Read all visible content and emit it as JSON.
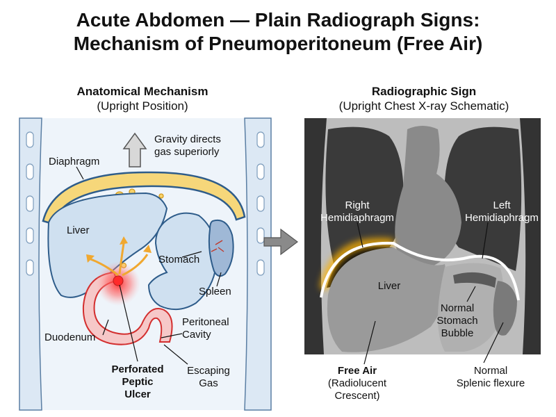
{
  "title": {
    "line1": "Acute Abdomen — Plain Radiograph Signs:",
    "line2": "Mechanism of Pneumoperitoneum (Free Air)"
  },
  "left_panel": {
    "heading": "Anatomical Mechanism",
    "subheading": "(Upright Position)",
    "labels": {
      "gravity_1": "Gravity directs",
      "gravity_2": "gas superiorly",
      "diaphragm": "Diaphragm",
      "liver": "Liver",
      "stomach": "Stomach",
      "spleen": "Spleen",
      "duodenum": "Duodenum",
      "peritoneal_1": "Peritoneal",
      "peritoneal_2": "Cavity",
      "ulcer_1": "Perforated",
      "ulcer_2": "Peptic",
      "ulcer_3": "Ulcer",
      "gas_1": "Escaping",
      "gas_2": "Gas"
    }
  },
  "right_panel": {
    "heading": "Radiographic Sign",
    "subheading": "(Upright Chest X-ray Schematic)",
    "labels": {
      "right_hemi_1": "Right",
      "right_hemi_2": "Hemidiaphragm",
      "left_hemi_1": "Left",
      "left_hemi_2": "Hemidiaphragm",
      "liver": "Liver",
      "bubble_1": "Normal",
      "bubble_2": "Stomach",
      "bubble_3": "Bubble",
      "free_air_1": "Free Air",
      "free_air_2": "(Radiolucent",
      "free_air_3": "Crescent)",
      "splenic_1": "Normal",
      "splenic_2": "Splenic flexure"
    }
  },
  "colors": {
    "organ_blue": "#cfe0f0",
    "organ_stroke": "#2e5c8a",
    "fat_yellow": "#f6d77a",
    "gas_orange": "#f0a830",
    "ulcer_red": "#e53935",
    "xray_dark": "#3a3a3a",
    "xray_mid": "#8a8a8a",
    "xray_light": "#bdbdbd"
  }
}
